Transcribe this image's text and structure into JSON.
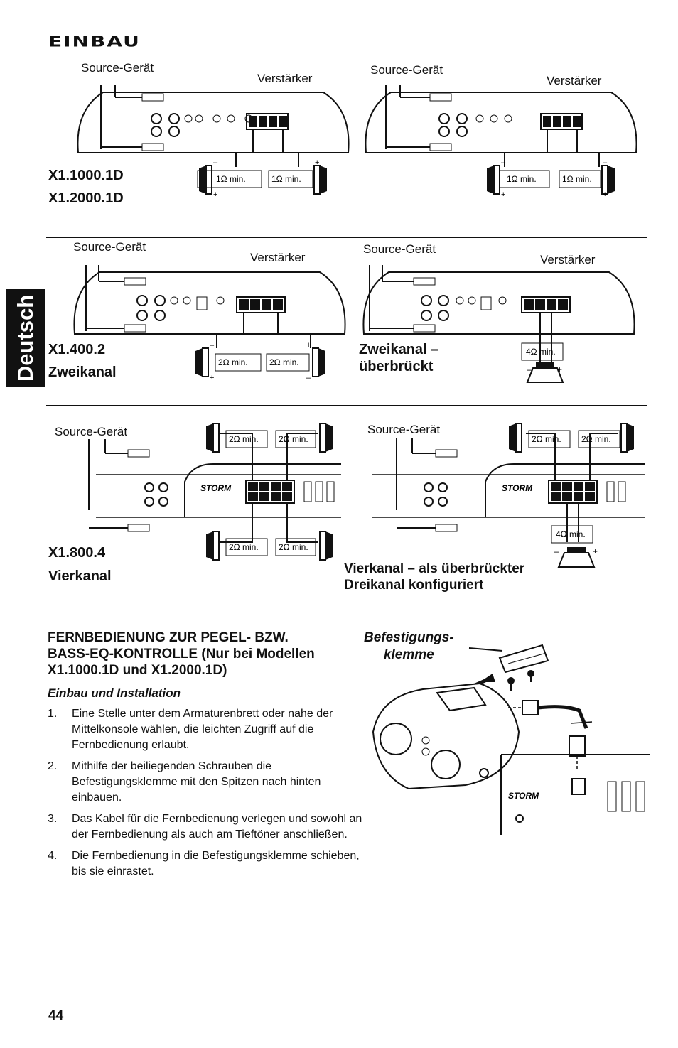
{
  "header": {
    "title": "EINBAU"
  },
  "side_tab": {
    "label": "Deutsch"
  },
  "diagram_labels": {
    "source": "Source-Gerät",
    "amp": "Verstärker"
  },
  "resistance": {
    "one_ohm": "1Ω min.",
    "two_ohm": "2Ω min.",
    "four_ohm": "4Ω min."
  },
  "sections": {
    "mono": {
      "model_line1": "X1.1000.1D",
      "model_line2": "X1.2000.1D"
    },
    "two_channel": {
      "model": "X1.400.2",
      "mode": "Zweikanal"
    },
    "two_bridged": {
      "line1": "Zweikanal –",
      "line2": "überbrückt"
    },
    "four_channel": {
      "model": "X1.800.4",
      "mode": "Vierkanal"
    },
    "four_bridged": {
      "line1": "Vierkanal – als überbrückter",
      "line2": "Dreikanal konfiguriert"
    }
  },
  "remote": {
    "heading_line1": "FERNBEDIENUNG ZUR PEGEL- BZW.",
    "heading_line2": "BASS-EQ-KONTROLLE (Nur bei Modellen",
    "heading_line3": "X1.1000.1D und X1.2000.1D)",
    "subheading": "Einbau und Installation",
    "clamp_label_line1": "Befestigungs-",
    "clamp_label_line2": "klemme",
    "steps": [
      {
        "num": "1.",
        "text": "Eine Stelle unter dem Armaturenbrett oder nahe der Mittelkonsole wählen, die leichten Zugriff auf die Fernbedienung erlaubt."
      },
      {
        "num": "2.",
        "text": "Mithilfe der beiliegenden Schrauben die Befestigungsklemme mit den Spitzen nach hinten einbauen."
      },
      {
        "num": "3.",
        "text": "Das Kabel für die Fernbedienung verlegen und sowohl an der Fernbedienung als auch am Tieftöner anschließen."
      },
      {
        "num": "4.",
        "text": "Die Fernbedienung in die Befestigungsklemme schieben, bis sie einrastet."
      }
    ]
  },
  "footer": {
    "page_number": "44"
  }
}
